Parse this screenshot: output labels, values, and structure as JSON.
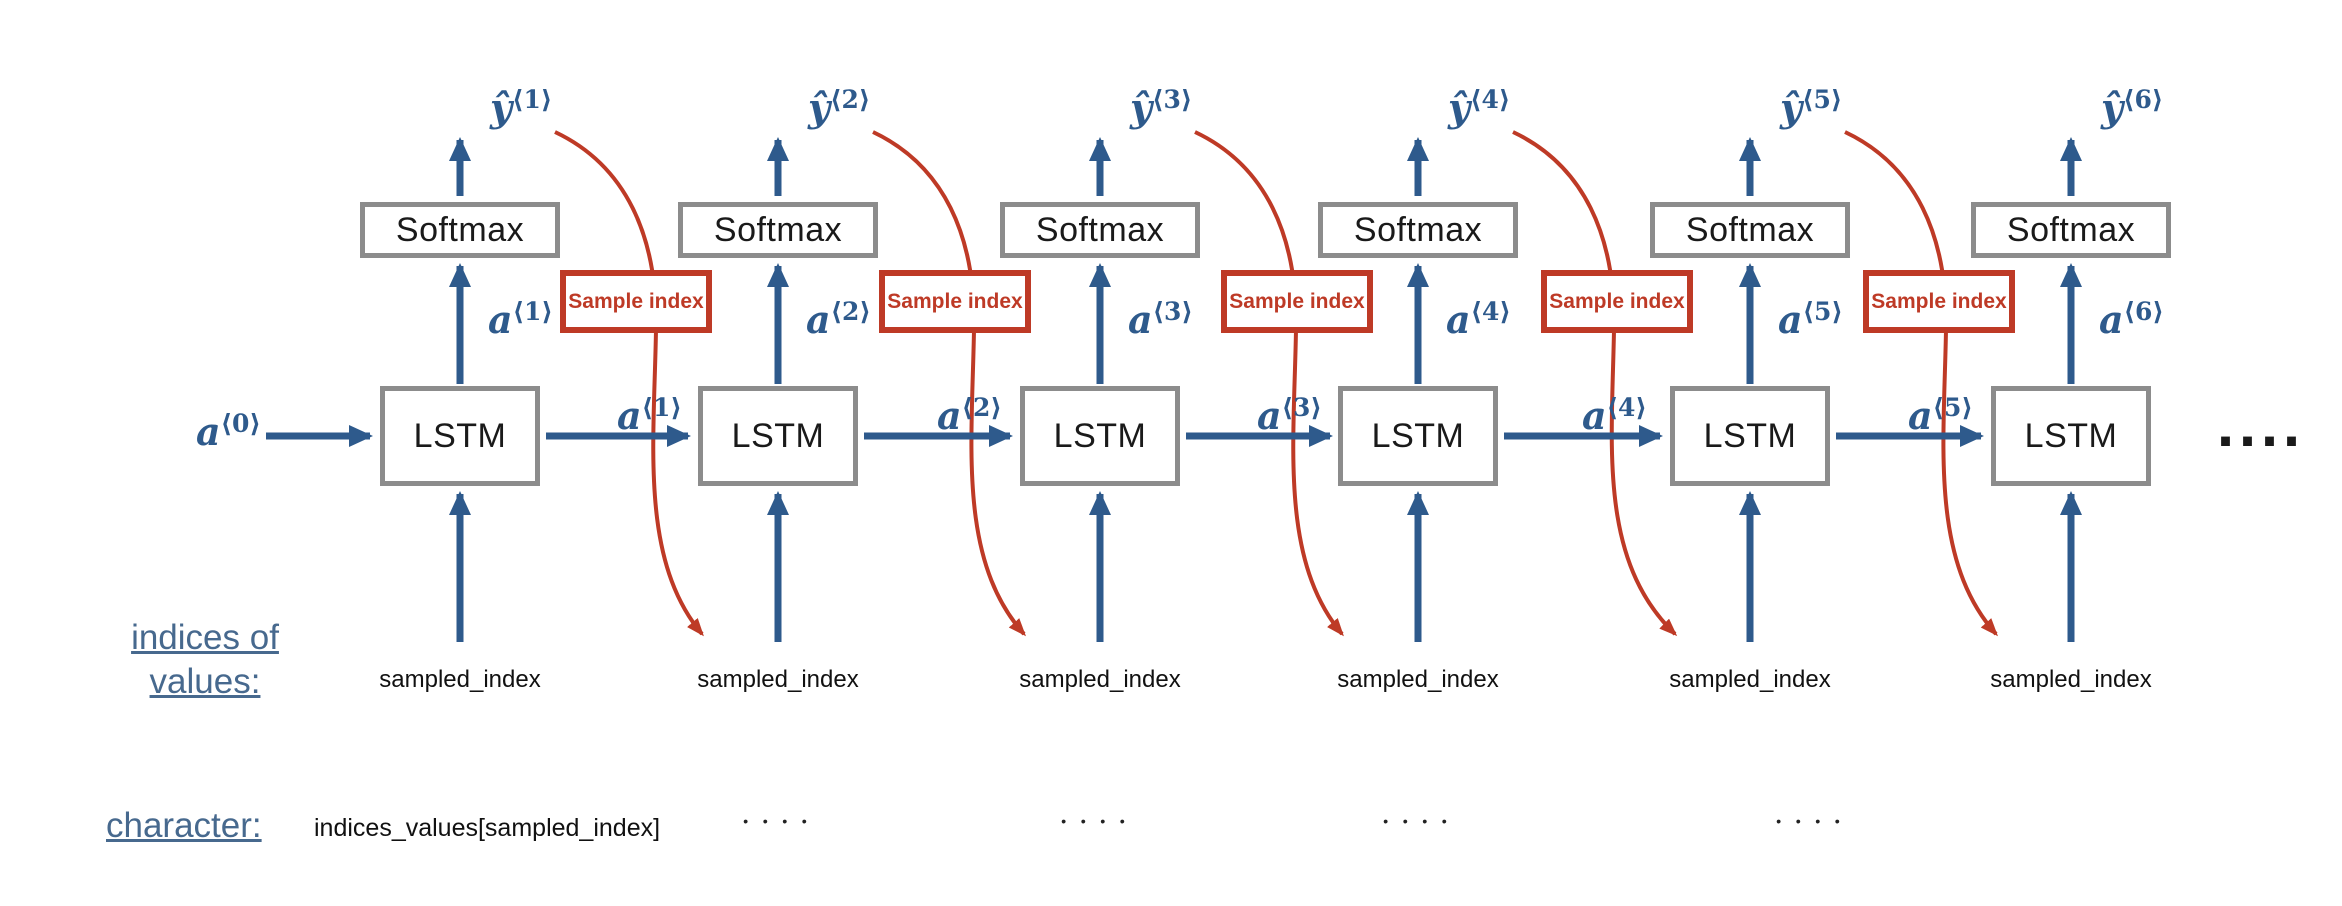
{
  "colors": {
    "arrow_blue": "#2E5A8C",
    "red": "#BE3A26",
    "box_gray": "#8C8C8C",
    "label_slate": "#47698E",
    "text_black": "#1A1A1A"
  },
  "a0": {
    "var": "a",
    "sup": "⟨0⟩"
  },
  "units": [
    {
      "y_var": "ŷ",
      "y_sup": "⟨1⟩",
      "a_var": "a",
      "a_sup": "⟨1⟩",
      "softmax_label": "Softmax",
      "lstm_label": "LSTM",
      "sampled_label": "sampled_index"
    },
    {
      "y_var": "ŷ",
      "y_sup": "⟨2⟩",
      "a_var": "a",
      "a_sup": "⟨2⟩",
      "softmax_label": "Softmax",
      "lstm_label": "LSTM",
      "sampled_label": "sampled_index"
    },
    {
      "y_var": "ŷ",
      "y_sup": "⟨3⟩",
      "a_var": "a",
      "a_sup": "⟨3⟩",
      "softmax_label": "Softmax",
      "lstm_label": "LSTM",
      "sampled_label": "sampled_index"
    },
    {
      "y_var": "ŷ",
      "y_sup": "⟨4⟩",
      "a_var": "a",
      "a_sup": "⟨4⟩",
      "softmax_label": "Softmax",
      "lstm_label": "LSTM",
      "sampled_label": "sampled_index"
    },
    {
      "y_var": "ŷ",
      "y_sup": "⟨5⟩",
      "a_var": "a",
      "a_sup": "⟨5⟩",
      "softmax_label": "Softmax",
      "lstm_label": "LSTM",
      "sampled_label": "sampled_index"
    },
    {
      "y_var": "ŷ",
      "y_sup": "⟨6⟩",
      "a_var": "a",
      "a_sup": "⟨6⟩",
      "softmax_label": "Softmax",
      "lstm_label": "LSTM",
      "sampled_label": "sampled_index"
    }
  ],
  "between": [
    {
      "a_var": "a",
      "a_sup": "⟨1⟩",
      "sample_label": "Sample index"
    },
    {
      "a_var": "a",
      "a_sup": "⟨2⟩",
      "sample_label": "Sample index"
    },
    {
      "a_var": "a",
      "a_sup": "⟨3⟩",
      "sample_label": "Sample index"
    },
    {
      "a_var": "a",
      "a_sup": "⟨4⟩",
      "sample_label": "Sample index"
    },
    {
      "a_var": "a",
      "a_sup": "⟨5⟩",
      "sample_label": "Sample index"
    }
  ],
  "left_labels": {
    "indices_line1": "indices of",
    "indices_line2": "values:",
    "character": "character:"
  },
  "bottom_row": {
    "code": "indices_values[sampled_index]",
    "dots": "....",
    "right_dots": "...."
  }
}
